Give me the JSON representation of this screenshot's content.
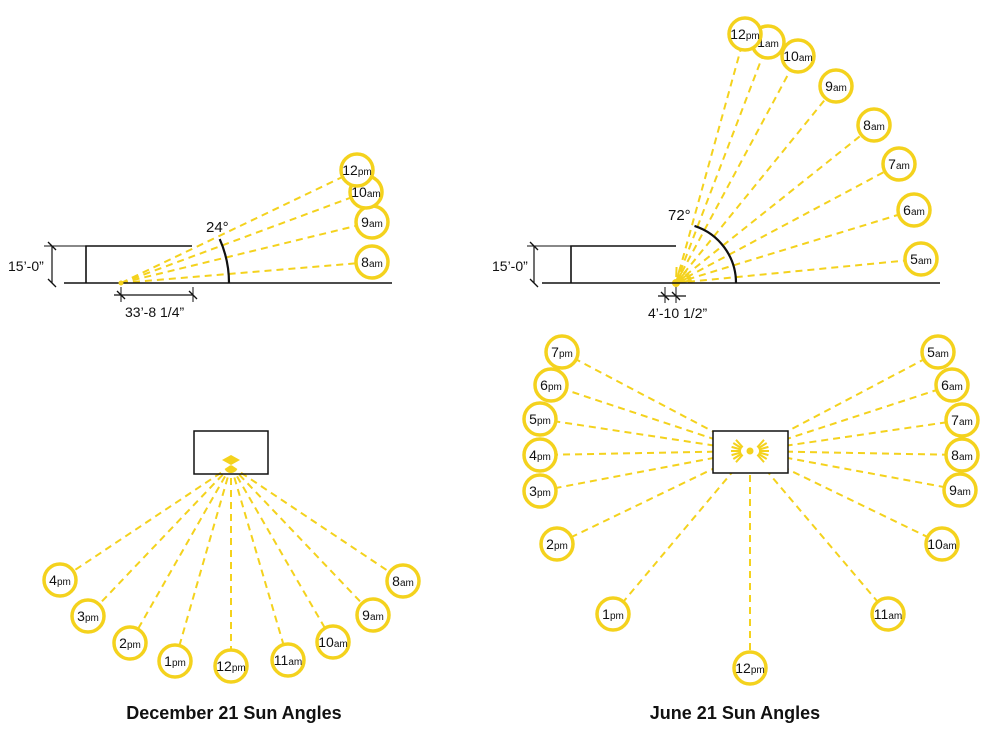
{
  "colors": {
    "sun": "#f4d21d",
    "line": "#111111",
    "fill": "#ffffff"
  },
  "captions": {
    "december": "December 21 Sun Angles",
    "june": "June 21 Sun Angles"
  },
  "december_section": {
    "height_label": "15’-0”",
    "angle_label": "24°",
    "distance_label": "33’-8 1/4”",
    "times": [
      {
        "num": "8",
        "suf": "am"
      },
      {
        "num": "9",
        "suf": "am"
      },
      {
        "num": "10",
        "suf": "am"
      },
      {
        "num": "12",
        "suf": "pm"
      }
    ]
  },
  "june_section": {
    "height_label": "15’-0”",
    "angle_label": "72°",
    "distance_label": "4’-10 1/2”",
    "times": [
      {
        "num": "5",
        "suf": "am"
      },
      {
        "num": "6",
        "suf": "am"
      },
      {
        "num": "7",
        "suf": "am"
      },
      {
        "num": "8",
        "suf": "am"
      },
      {
        "num": "9",
        "suf": "am"
      },
      {
        "num": "10",
        "suf": "am"
      },
      {
        "num": "1",
        "suf": "am"
      },
      {
        "num": "12",
        "suf": "pm"
      }
    ]
  },
  "december_plan": {
    "times": [
      {
        "num": "4",
        "suf": "pm"
      },
      {
        "num": "3",
        "suf": "pm"
      },
      {
        "num": "2",
        "suf": "pm"
      },
      {
        "num": "1",
        "suf": "pm"
      },
      {
        "num": "12",
        "suf": "pm"
      },
      {
        "num": "11",
        "suf": "am"
      },
      {
        "num": "10",
        "suf": "am"
      },
      {
        "num": "9",
        "suf": "am"
      },
      {
        "num": "8",
        "suf": "am"
      }
    ]
  },
  "june_plan": {
    "times": [
      {
        "num": "7",
        "suf": "pm"
      },
      {
        "num": "6",
        "suf": "pm"
      },
      {
        "num": "5",
        "suf": "pm"
      },
      {
        "num": "4",
        "suf": "pm"
      },
      {
        "num": "3",
        "suf": "pm"
      },
      {
        "num": "2",
        "suf": "pm"
      },
      {
        "num": "1",
        "suf": "pm"
      },
      {
        "num": "12",
        "suf": "pm"
      },
      {
        "num": "11",
        "suf": "am"
      },
      {
        "num": "10",
        "suf": "am"
      },
      {
        "num": "9",
        "suf": "am"
      },
      {
        "num": "8",
        "suf": "am"
      },
      {
        "num": "7",
        "suf": "am"
      },
      {
        "num": "6",
        "suf": "am"
      },
      {
        "num": "5",
        "suf": "am"
      }
    ]
  }
}
